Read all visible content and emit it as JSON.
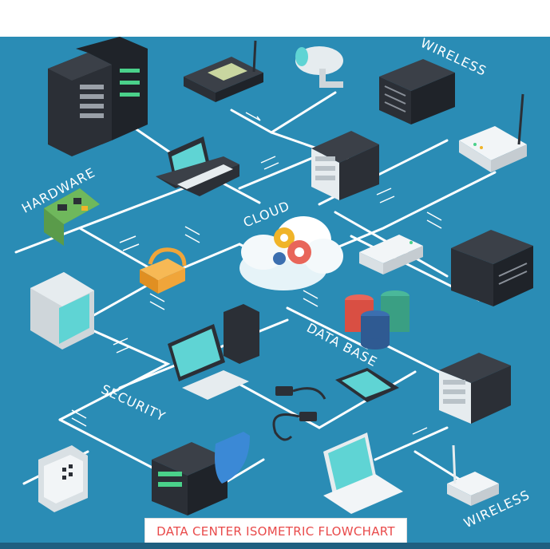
{
  "labels": {
    "wireless_top": "WIRELESS",
    "hardware": "HARDWARE",
    "cloud": "CLOUD",
    "data_base": "DATA BASE",
    "security": "SECURITY",
    "wireless_bottom": "WIRELESS"
  },
  "title": "DATA CENTER ISOMETRIC FLOWCHART",
  "colors": {
    "background": "#2a8cb5",
    "line": "#ffffff",
    "title_text": "#e94a4a",
    "screen": "#5fd4d4",
    "dark_device": "#2b2f36"
  }
}
